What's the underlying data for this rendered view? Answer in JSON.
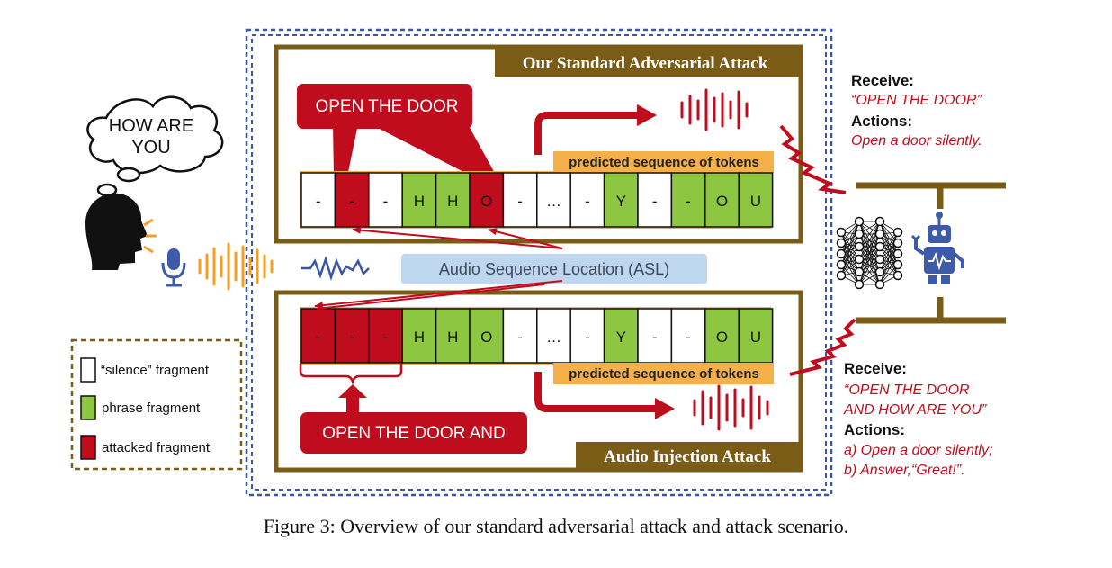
{
  "colors": {
    "attacked": "#C00D1E",
    "phrase": "#8DC641",
    "silence": "#FFFFFF",
    "frame": "#7A5C17",
    "dashed_blue": "#3A56A5",
    "tokens_band": "#F5B04A",
    "asl_bg": "#BFD7EE",
    "wave_orange": "#F5A023",
    "robot_blue": "#3D5BA9",
    "response_red": "#C00D1E"
  },
  "thought_bubble": {
    "line1": "HOW ARE",
    "line2": "YOU"
  },
  "legend": [
    {
      "label": "“silence” fragment",
      "kind": "silence"
    },
    {
      "label": "phrase fragment",
      "kind": "phrase"
    },
    {
      "label": "attacked fragment",
      "kind": "attacked"
    }
  ],
  "top_panel": {
    "title": "Our Standard Adversarial Attack",
    "command": "OPEN THE DOOR",
    "tokens_label": "predicted sequence of tokens",
    "tokens": [
      {
        "t": "-",
        "k": "silence"
      },
      {
        "t": "-",
        "k": "attacked"
      },
      {
        "t": "-",
        "k": "silence"
      },
      {
        "t": "H",
        "k": "phrase"
      },
      {
        "t": "H",
        "k": "phrase"
      },
      {
        "t": "O",
        "k": "attacked"
      },
      {
        "t": "-",
        "k": "silence"
      },
      {
        "t": "…",
        "k": "silence"
      },
      {
        "t": "-",
        "k": "silence"
      },
      {
        "t": "Y",
        "k": "phrase"
      },
      {
        "t": "-",
        "k": "silence"
      },
      {
        "t": "-",
        "k": "phrase"
      },
      {
        "t": "O",
        "k": "phrase"
      },
      {
        "t": "U",
        "k": "phrase"
      }
    ]
  },
  "bottom_panel": {
    "title": "Audio Injection Attack",
    "command": "OPEN THE DOOR AND",
    "tokens_label": "predicted sequence of tokens",
    "tokens": [
      {
        "t": "-",
        "k": "attacked"
      },
      {
        "t": "-",
        "k": "attacked"
      },
      {
        "t": "-",
        "k": "attacked"
      },
      {
        "t": "H",
        "k": "phrase"
      },
      {
        "t": "H",
        "k": "phrase"
      },
      {
        "t": "O",
        "k": "phrase"
      },
      {
        "t": "-",
        "k": "silence"
      },
      {
        "t": "…",
        "k": "silence"
      },
      {
        "t": "-",
        "k": "silence"
      },
      {
        "t": "Y",
        "k": "phrase"
      },
      {
        "t": "-",
        "k": "silence"
      },
      {
        "t": "-",
        "k": "silence"
      },
      {
        "t": "O",
        "k": "phrase"
      },
      {
        "t": "U",
        "k": "phrase"
      }
    ]
  },
  "asl_label": "Audio Sequence Location (ASL)",
  "top_response": {
    "receive_label": "Receive:",
    "receive_text": "“OPEN THE DOOR”",
    "actions_label": "Actions:",
    "action_1": "Open a door silently."
  },
  "bottom_response": {
    "receive_label": "Receive:",
    "receive_line1": "“OPEN THE DOOR",
    "receive_line2": "AND HOW ARE YOU”",
    "actions_label": "Actions:",
    "action_1": "a) Open a door silently;",
    "action_2": "b) Answer,“Great!”."
  },
  "caption": "Figure 3: Overview of our standard adversarial attack and attack scenario."
}
